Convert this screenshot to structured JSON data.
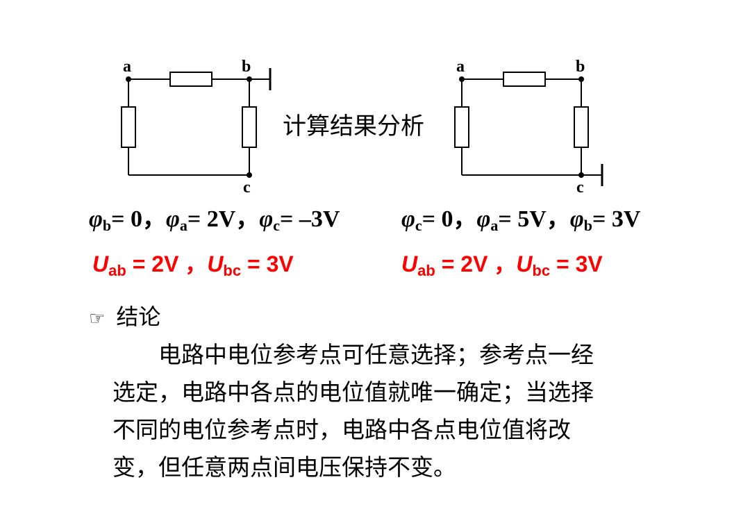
{
  "circuit_left": {
    "label_a": "a",
    "label_b": "b",
    "label_c": "c"
  },
  "circuit_right": {
    "label_a": "a",
    "label_b": "b",
    "label_c": "c"
  },
  "title": "计算结果分析",
  "left_potentials": {
    "phi_b": "φ",
    "sub_b": "b",
    "val_b": "= 0，",
    "phi_a": "φ",
    "sub_a": "a",
    "val_a": "= 2V，",
    "phi_c": "φ",
    "sub_c": "c",
    "val_c": "= –3V"
  },
  "right_potentials": {
    "phi_c": "φ",
    "sub_c": "c",
    "val_c": "= 0，",
    "phi_a": "φ",
    "sub_a": "a",
    "val_a": "= 5V，",
    "phi_b": "φ",
    "sub_b": "b",
    "val_b": "= 3V"
  },
  "left_voltages": {
    "u1": "U",
    "u1_sub": "ab",
    "u1_val": " = 2V ，",
    "u2": "U",
    "u2_sub": "bc",
    "u2_val": " = 3V"
  },
  "right_voltages": {
    "u1": "U",
    "u1_sub": "ab",
    "u1_val": " = 2V ，",
    "u2": "U",
    "u2_sub": "bc",
    "u2_val": " = 3V"
  },
  "conclusion": {
    "icon": "☞",
    "heading": "结论",
    "lines": [
      "　　电路中电位参考点可任意选择；参考点一经",
      "选定，电路中各点的电位值就唯一确定；当选择",
      "不同的电位参考点时，电路中各点电位值将改",
      "变，但任意两点间电压保持不变。"
    ]
  },
  "colors": {
    "voltage_text": "#ff0000"
  }
}
